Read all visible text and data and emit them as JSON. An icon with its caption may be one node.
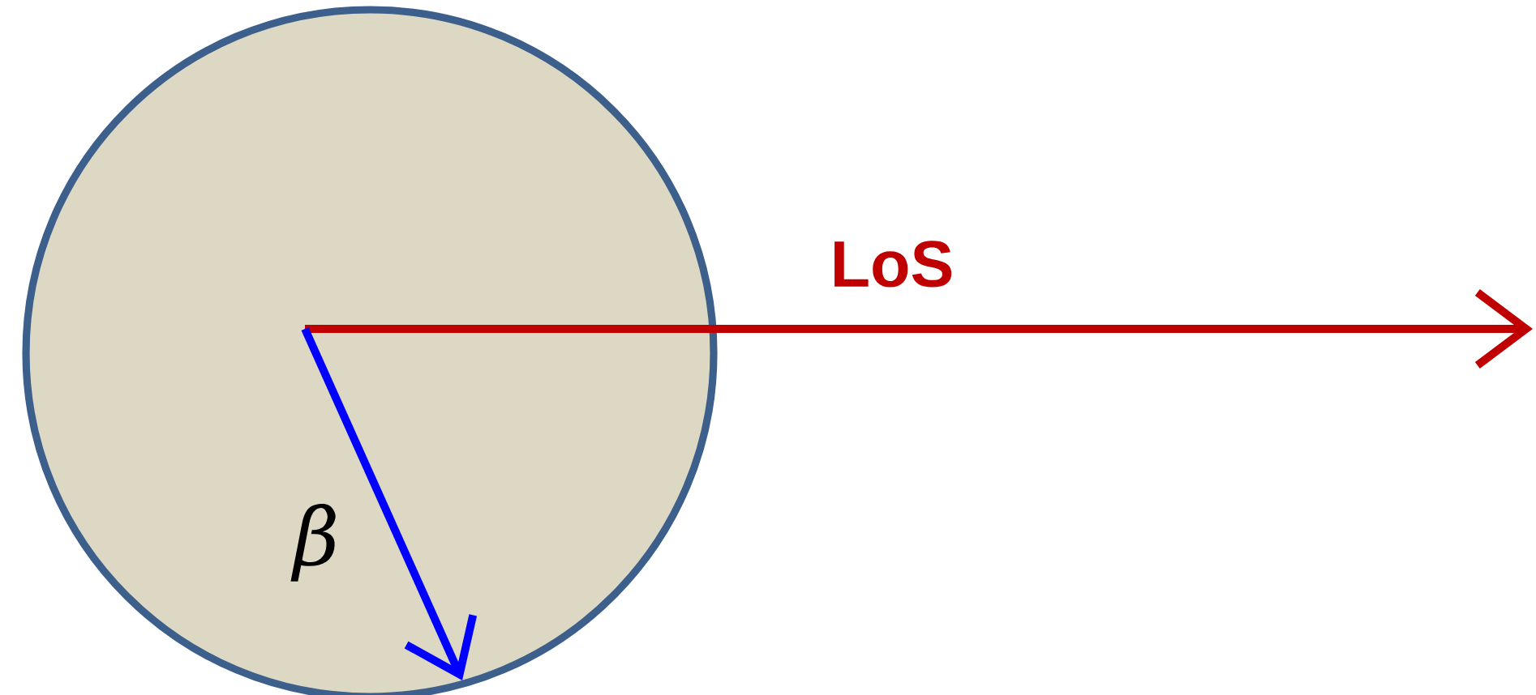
{
  "diagram": {
    "nodes": [
      {
        "text": [],
        "shape": "circle"
      }
    ],
    "labels": [
      "LoS",
      "β"
    ]
  }
}
